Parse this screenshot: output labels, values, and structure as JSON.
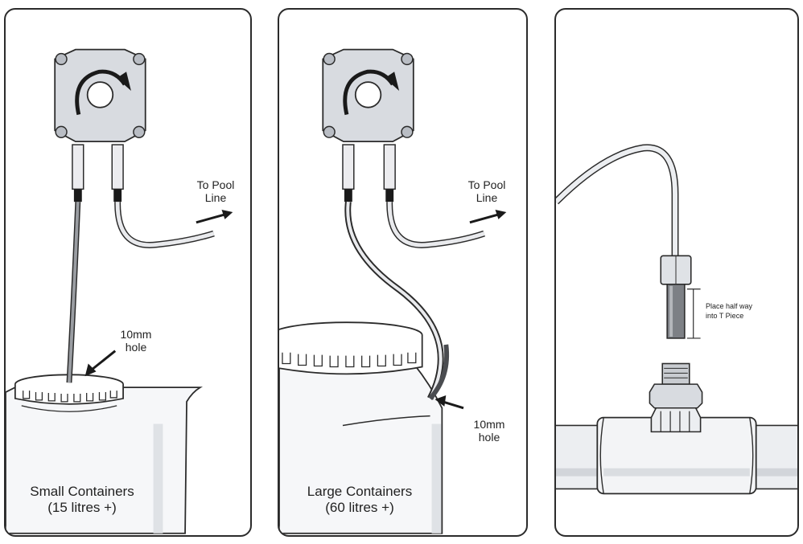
{
  "panels": [
    {
      "pump_direction": "clockwise",
      "outlet_label_1": "To Pool",
      "outlet_label_2": "Line",
      "hole_label_1": "10mm",
      "hole_label_2": "hole",
      "caption_1": "Small Containers",
      "caption_2": "(15 litres +)"
    },
    {
      "pump_direction": "clockwise",
      "outlet_label_1": "To Pool",
      "outlet_label_2": "Line",
      "hole_label_1": "10mm",
      "hole_label_2": "hole",
      "caption_1": "Large Containers",
      "caption_2": "(60 litres +)"
    },
    {
      "note_1": "Place half way",
      "note_2": "into T Piece"
    }
  ],
  "colors": {
    "outline": "#2b2b2b",
    "pump_body": "#d8dbe0",
    "tube": "#8a8d92",
    "pipe": "#eceef1"
  }
}
